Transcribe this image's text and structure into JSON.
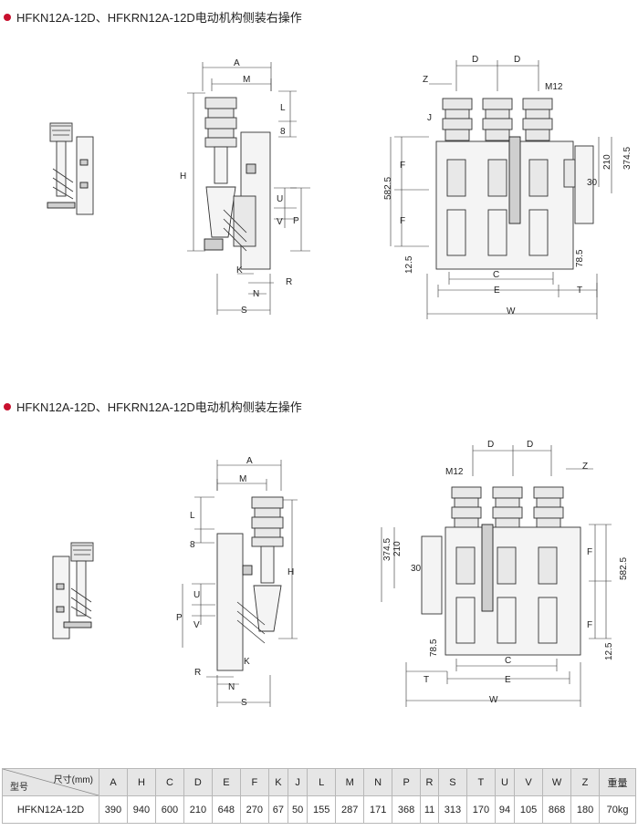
{
  "sections": [
    {
      "title": "HFKN12A-12D、HFKRN12A-12D电动机构侧装右操作"
    },
    {
      "title": "HFKN12A-12D、HFKRN12A-12D电动机构侧装左操作"
    }
  ],
  "dims_right": {
    "A": "A",
    "M": "M",
    "L": "L",
    "eight": "8",
    "H": "H",
    "U": "U",
    "V": "V",
    "P": "P",
    "K": "K",
    "N": "N",
    "R": "R",
    "S": "S",
    "D1": "D",
    "D2": "D",
    "Z": "Z",
    "M12": "M12",
    "J": "J",
    "F1": "F",
    "F2": "F",
    "d5825": "582.5",
    "d210": "210",
    "d3745": "374.5",
    "d30": "30",
    "d125": "12.5",
    "d785": "78.5",
    "C": "C",
    "E": "E",
    "T": "T",
    "W": "W"
  },
  "dims_left": {
    "A": "A",
    "M": "M",
    "L": "L",
    "eight": "8",
    "H": "H",
    "U": "U",
    "P": "P",
    "V": "V",
    "K": "K",
    "R": "R",
    "N": "N",
    "S": "S",
    "D1": "D",
    "D2": "D",
    "Z": "Z",
    "M12": "M12",
    "d3745": "374.5",
    "d210": "210",
    "d30": "30",
    "F1": "F",
    "F2": "F",
    "d5825": "582.5",
    "d785": "78.5",
    "d125": "12.5",
    "C": "C",
    "E": "E",
    "T": "T",
    "W": "W"
  },
  "table": {
    "corner_top": "尺寸(mm)",
    "corner_bottom": "型号",
    "headers": [
      "A",
      "H",
      "C",
      "D",
      "E",
      "F",
      "K",
      "J",
      "L",
      "M",
      "N",
      "P",
      "R",
      "S",
      "T",
      "U",
      "V",
      "W",
      "Z",
      "重量"
    ],
    "rows": [
      {
        "model": "HFKN12A-12D",
        "values": [
          "390",
          "940",
          "600",
          "210",
          "648",
          "270",
          "67",
          "50",
          "155",
          "287",
          "171",
          "368",
          "11",
          "313",
          "170",
          "94",
          "105",
          "868",
          "180",
          "70kg"
        ]
      }
    ]
  }
}
